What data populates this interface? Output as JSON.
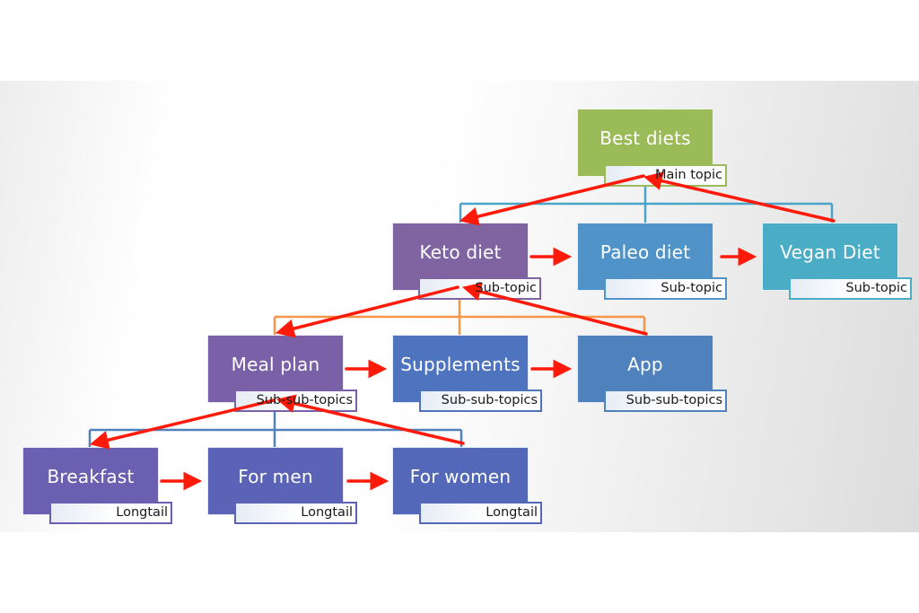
{
  "diagram": {
    "title": "Keyword topic hierarchy",
    "colors": {
      "main": "#9bbb59",
      "sub_purple": "#8064a2",
      "paleo": "#4f93c8",
      "vegan": "#4bacc6",
      "subsub": "#4f81bd",
      "subsub_purple": "#7a61a7",
      "longtail": "#5b63b6",
      "arrow": "#ff1a0a",
      "connector_blue": "#4aa3c9",
      "connector_orange": "#f79646",
      "connector_steel": "#4f81bd"
    },
    "levels": [
      {
        "name": "main",
        "nodes": [
          {
            "id": "best-diets",
            "title": "Best diets",
            "tag": "Main topic"
          }
        ]
      },
      {
        "name": "sub",
        "nodes": [
          {
            "id": "keto-diet",
            "title": "Keto diet",
            "tag": "Sub-topic"
          },
          {
            "id": "paleo-diet",
            "title": "Paleo diet",
            "tag": "Sub-topic"
          },
          {
            "id": "vegan-diet",
            "title": "Vegan Diet",
            "tag": "Sub-topic"
          }
        ]
      },
      {
        "name": "subsub",
        "nodes": [
          {
            "id": "meal-plan",
            "title": "Meal plan",
            "tag": "Sub-sub-topics"
          },
          {
            "id": "supplements",
            "title": "Supplements",
            "tag": "Sub-sub-topics"
          },
          {
            "id": "app",
            "title": "App",
            "tag": "Sub-sub-topics"
          }
        ]
      },
      {
        "name": "longtail",
        "nodes": [
          {
            "id": "breakfast",
            "title": "Breakfast",
            "tag": "Longtail"
          },
          {
            "id": "for-men",
            "title": "For men",
            "tag": "Longtail"
          },
          {
            "id": "for-women",
            "title": "For women",
            "tag": "Longtail"
          }
        ]
      }
    ],
    "edges": [
      {
        "from": "best-diets",
        "to": "keto-diet"
      },
      {
        "from": "best-diets",
        "to": "paleo-diet"
      },
      {
        "from": "best-diets",
        "to": "vegan-diet"
      },
      {
        "from": "keto-diet",
        "to": "meal-plan"
      },
      {
        "from": "keto-diet",
        "to": "supplements"
      },
      {
        "from": "keto-diet",
        "to": "app"
      },
      {
        "from": "meal-plan",
        "to": "breakfast"
      },
      {
        "from": "meal-plan",
        "to": "for-men"
      },
      {
        "from": "meal-plan",
        "to": "for-women"
      }
    ],
    "flow_arrows": [
      {
        "from": "best-diets",
        "to": "keto-diet"
      },
      {
        "from": "keto-diet",
        "to": "paleo-diet"
      },
      {
        "from": "paleo-diet",
        "to": "vegan-diet"
      },
      {
        "from": "vegan-diet",
        "to": "best-diets"
      },
      {
        "from": "keto-diet",
        "to": "meal-plan"
      },
      {
        "from": "meal-plan",
        "to": "supplements"
      },
      {
        "from": "supplements",
        "to": "app"
      },
      {
        "from": "app",
        "to": "keto-diet"
      },
      {
        "from": "meal-plan",
        "to": "breakfast"
      },
      {
        "from": "breakfast",
        "to": "for-men"
      },
      {
        "from": "for-men",
        "to": "for-women"
      },
      {
        "from": "for-women",
        "to": "meal-plan"
      }
    ]
  }
}
